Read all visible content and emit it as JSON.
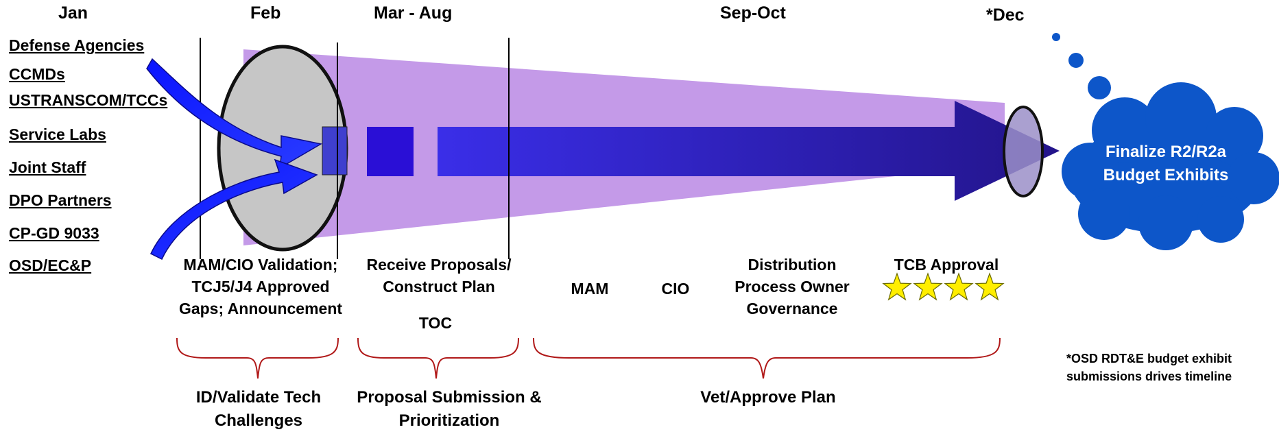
{
  "months": {
    "jan": "Jan",
    "feb": "Feb",
    "mar_aug": "Mar - Aug",
    "sep_oct": "Sep-Oct",
    "dec": "*Dec"
  },
  "sources": [
    "Defense Agencies",
    "CCMDs",
    "USTRANSCOM/TCCs",
    "Service Labs",
    "Joint Staff",
    "DPO Partners",
    "CP-GD 9033",
    "OSD/EC&P"
  ],
  "steps": {
    "validation": "MAM/CIO Validation; TCJ5/J4 Approved Gaps; Announcement",
    "receive": "Receive Proposals/ Construct Plan",
    "toc": "TOC",
    "mam": "MAM",
    "cio": "CIO",
    "distribution": "Distribution Process Owner Governance",
    "tcb": "TCB Approval"
  },
  "phases": {
    "validate": "ID/Validate Tech Challenges",
    "proposal": "Proposal Submission & Prioritization",
    "vet": "Vet/Approve Plan"
  },
  "cloud": {
    "line1": "Finalize R2/R2a",
    "line2": "Budget Exhibits"
  },
  "note": {
    "line1": "*OSD RDT&E budget exhibit",
    "line2": "submissions drives timeline"
  },
  "stars": {
    "count": 4
  },
  "colors": {
    "funnel": "#c49ae8",
    "arrow": "#2a0fd6",
    "arrow_light": "#3a2ee8",
    "ellipse": "#c6c6c6",
    "cloud": "#0d56c9",
    "brace": "#b01818",
    "star": "#ffee00",
    "source_link": "#000000"
  }
}
